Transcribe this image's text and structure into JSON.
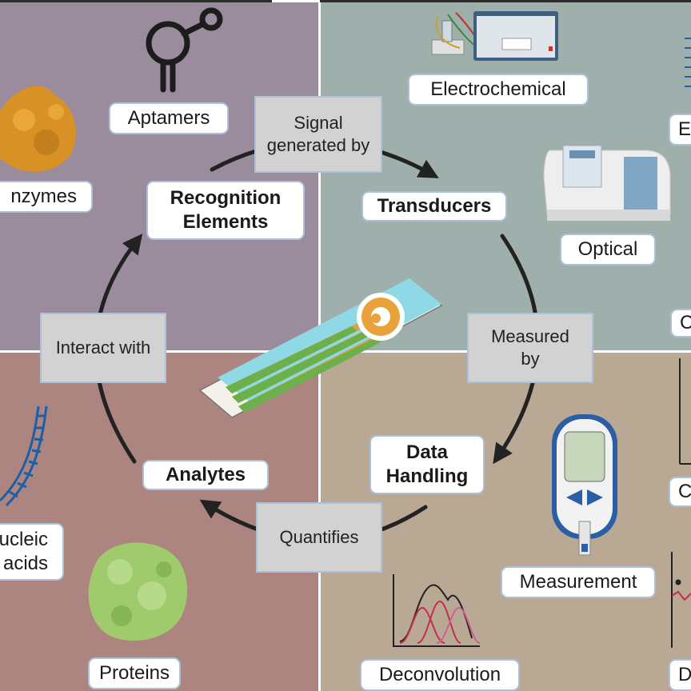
{
  "recognition_elements": "Recognition\nElements",
  "transducers": "Transducers",
  "data_handling": "Data\nHandling",
  "analytes": "Analytes",
  "connectors": {
    "signal": "Signal\ngenerated by",
    "measured": "Measured\nby",
    "quantifies": "Quantifies",
    "interact": "Interact with"
  },
  "recognition_types": {
    "aptamers": "Aptamers",
    "enzymes": "nzymes"
  },
  "transducer_types": {
    "electrochemical": "Electrochemical",
    "optical": "Optical",
    "edge_1": "El",
    "edge_2": "C"
  },
  "data_types": {
    "measurement": "Measurement",
    "deconvolution": "Deconvolution",
    "edge_1": "C",
    "edge_2": "D"
  },
  "analyte_types": {
    "nucleic": "ucleic\nacids",
    "proteins": "Proteins"
  },
  "colors": {
    "recognition_quadrant": "#9a8c9c",
    "transducer_quadrant": "#9fb0ac",
    "analyte_quadrant": "#ac8580",
    "data_quadrant": "#b9a894"
  }
}
